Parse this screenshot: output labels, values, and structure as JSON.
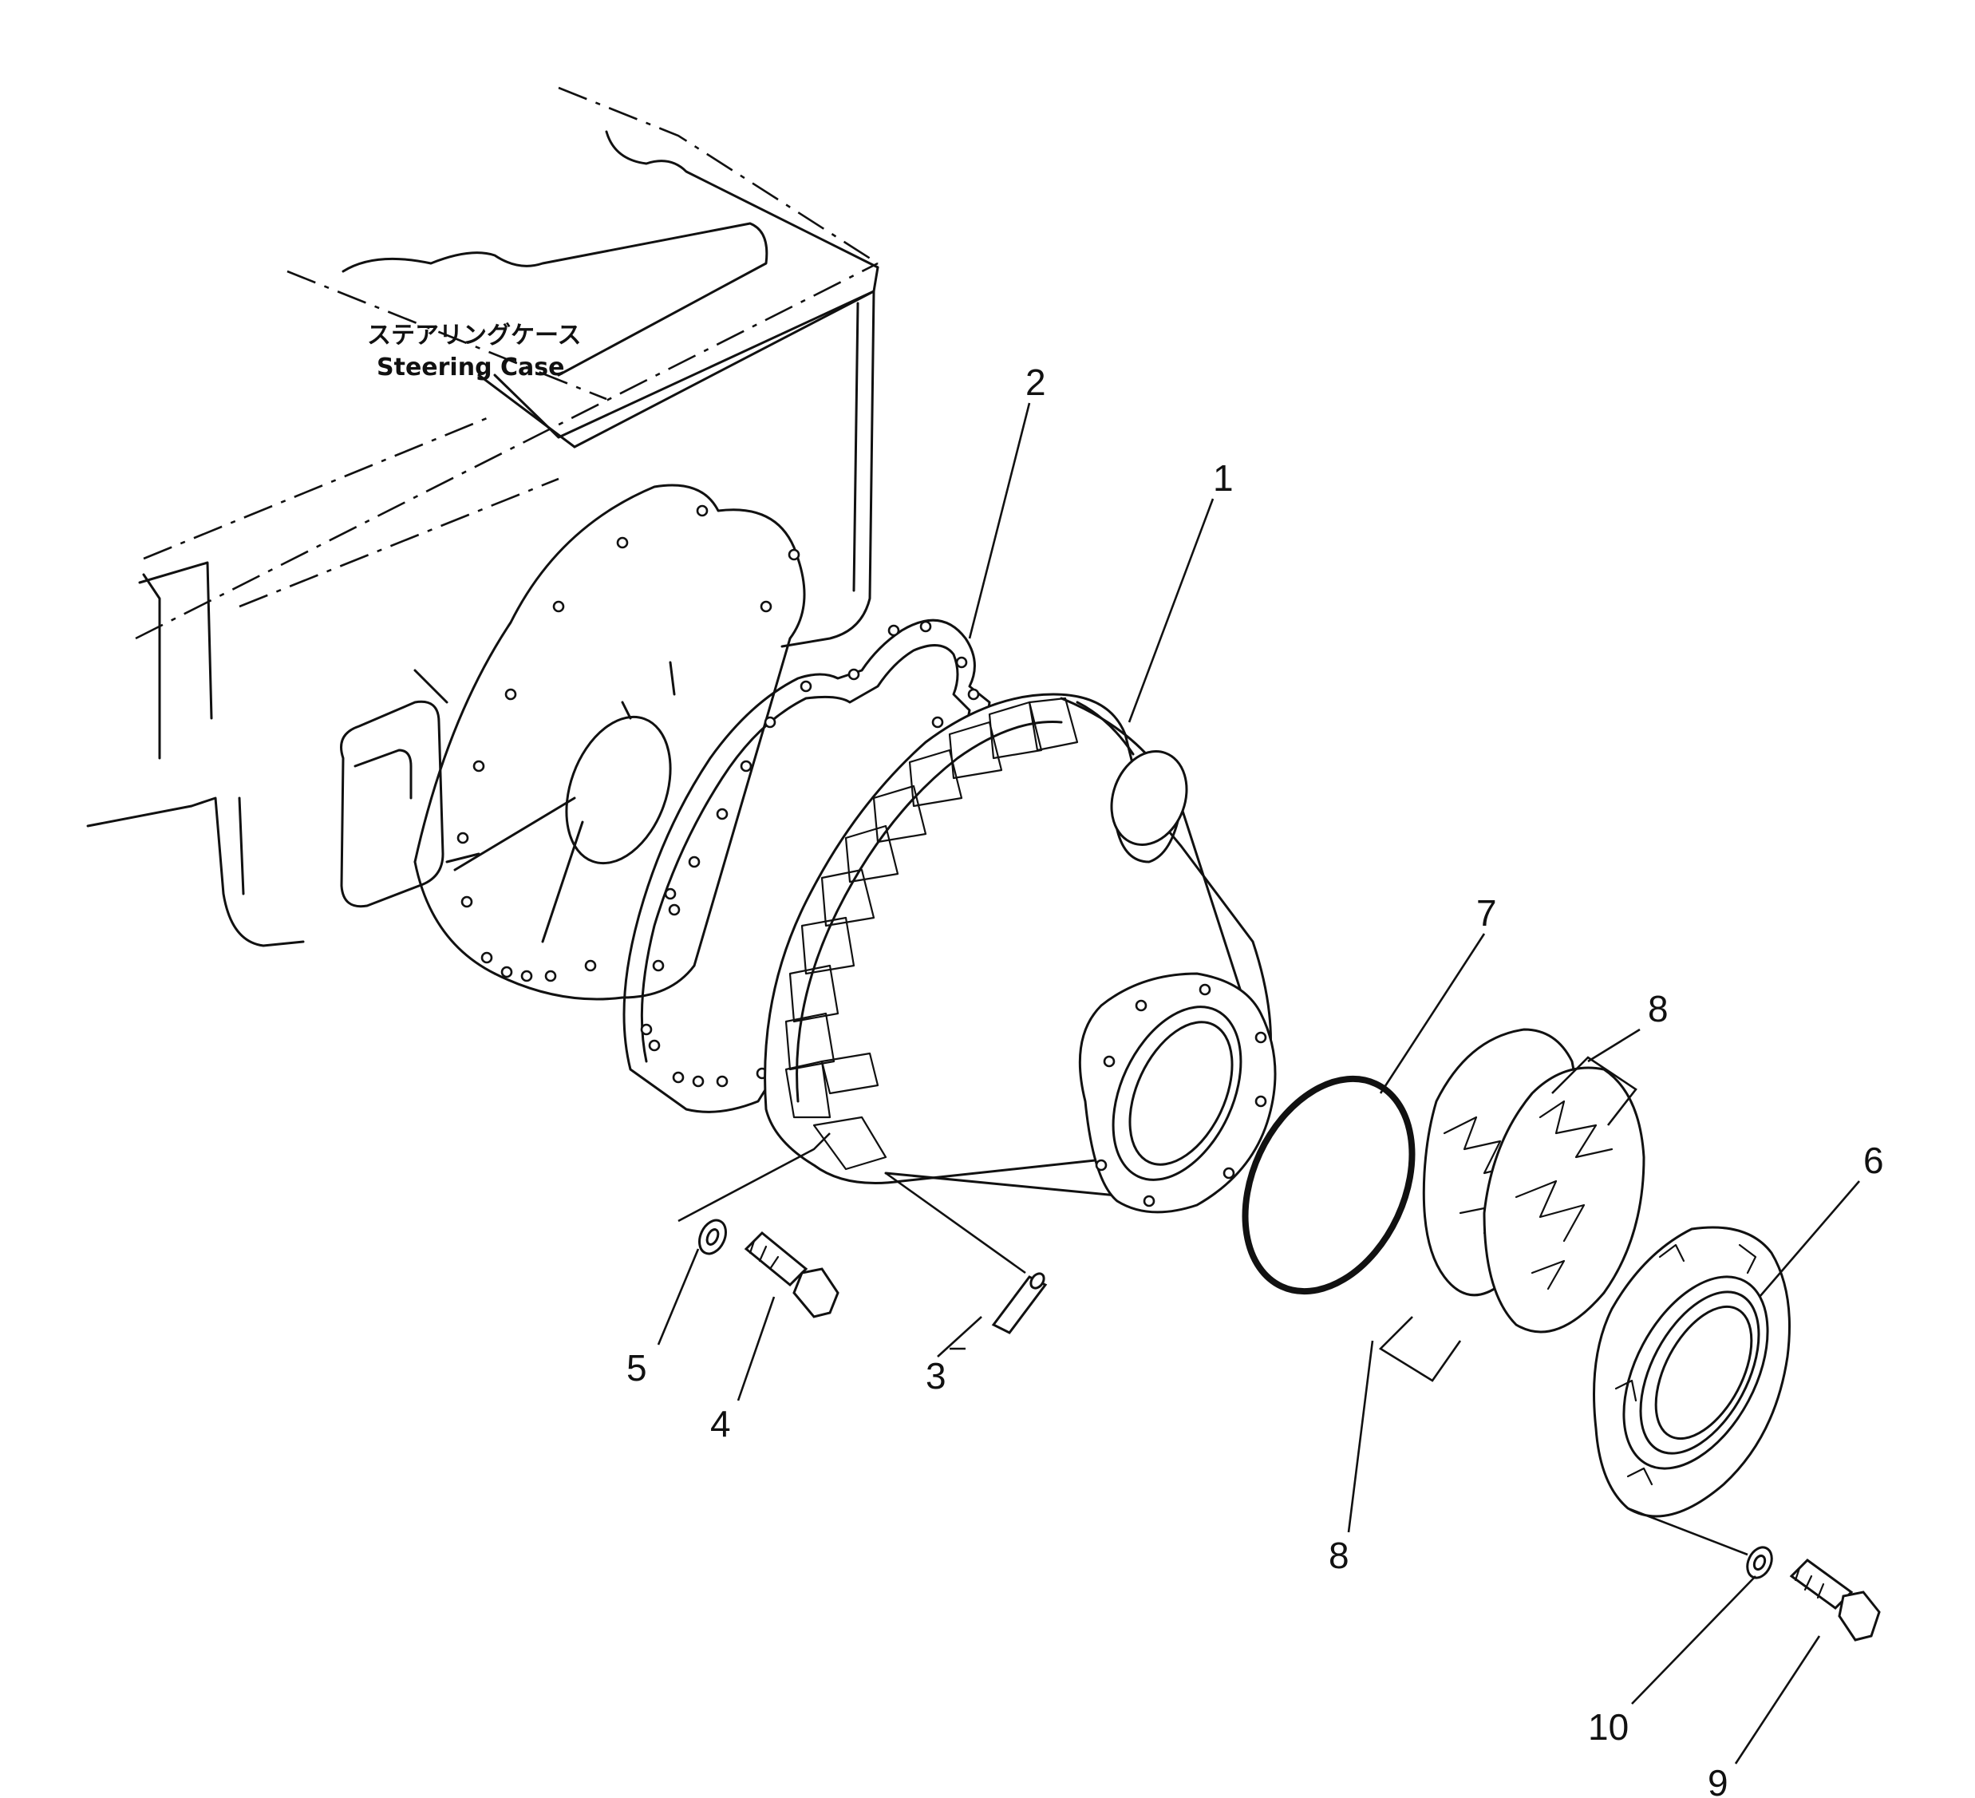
{
  "title_jp": "ステアリングケース",
  "title_en": "Steering Case",
  "callouts": {
    "c1": "1",
    "c2": "2",
    "c3": "3",
    "c4": "4",
    "c5": "5",
    "c6": "6",
    "c7": "7",
    "c8a": "8",
    "c8b": "8",
    "c9": "9",
    "c10": "10"
  }
}
